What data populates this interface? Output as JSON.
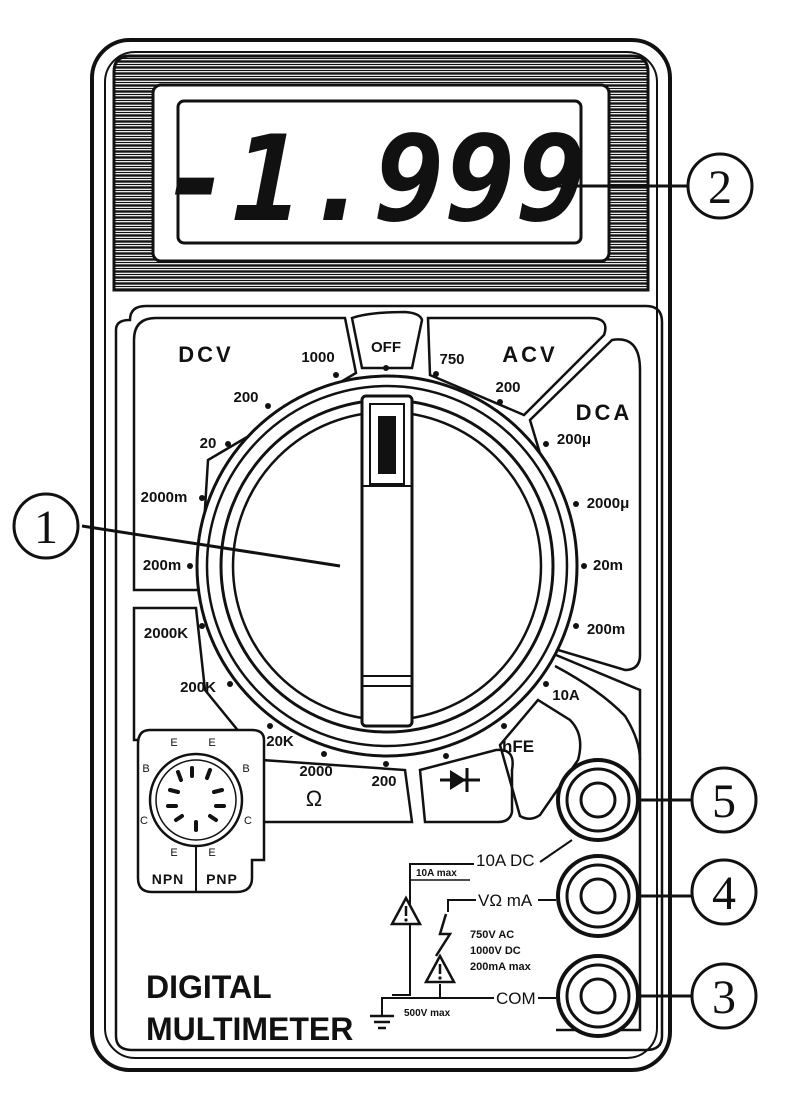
{
  "display": {
    "reading": "-1.999"
  },
  "callouts": [
    "1",
    "2",
    "3",
    "4",
    "5"
  ],
  "dial": {
    "off": "OFF",
    "dcv": {
      "title": "DCV",
      "ranges": [
        "1000",
        "200",
        "20",
        "2000m",
        "200m"
      ]
    },
    "acv": {
      "title": "ACV",
      "ranges": [
        "750",
        "200"
      ]
    },
    "dca": {
      "title": "DCA",
      "ranges": [
        "200μ",
        "2000μ",
        "20m",
        "200m",
        "10A"
      ]
    },
    "ohm": {
      "title": "Ω",
      "ranges": [
        "2000K",
        "200K",
        "20K",
        "2000",
        "200"
      ]
    },
    "hfe": "hFE",
    "diode": "diode-icon"
  },
  "transistor_socket": {
    "npn": "NPN",
    "pnp": "PNP",
    "pins": {
      "e": "E",
      "b": "B",
      "c": "C"
    }
  },
  "jacks": {
    "ten_a": "10A DC",
    "ten_a_max": "10A max",
    "v_ohm_ma": "VΩ mA",
    "v_ohm_ma_ratings": [
      "750V AC",
      "1000V DC",
      "200mA max"
    ],
    "com": "COM",
    "com_max": "500V max"
  },
  "brand": {
    "line1": "DIGITAL",
    "line2": "MULTIMETER"
  }
}
